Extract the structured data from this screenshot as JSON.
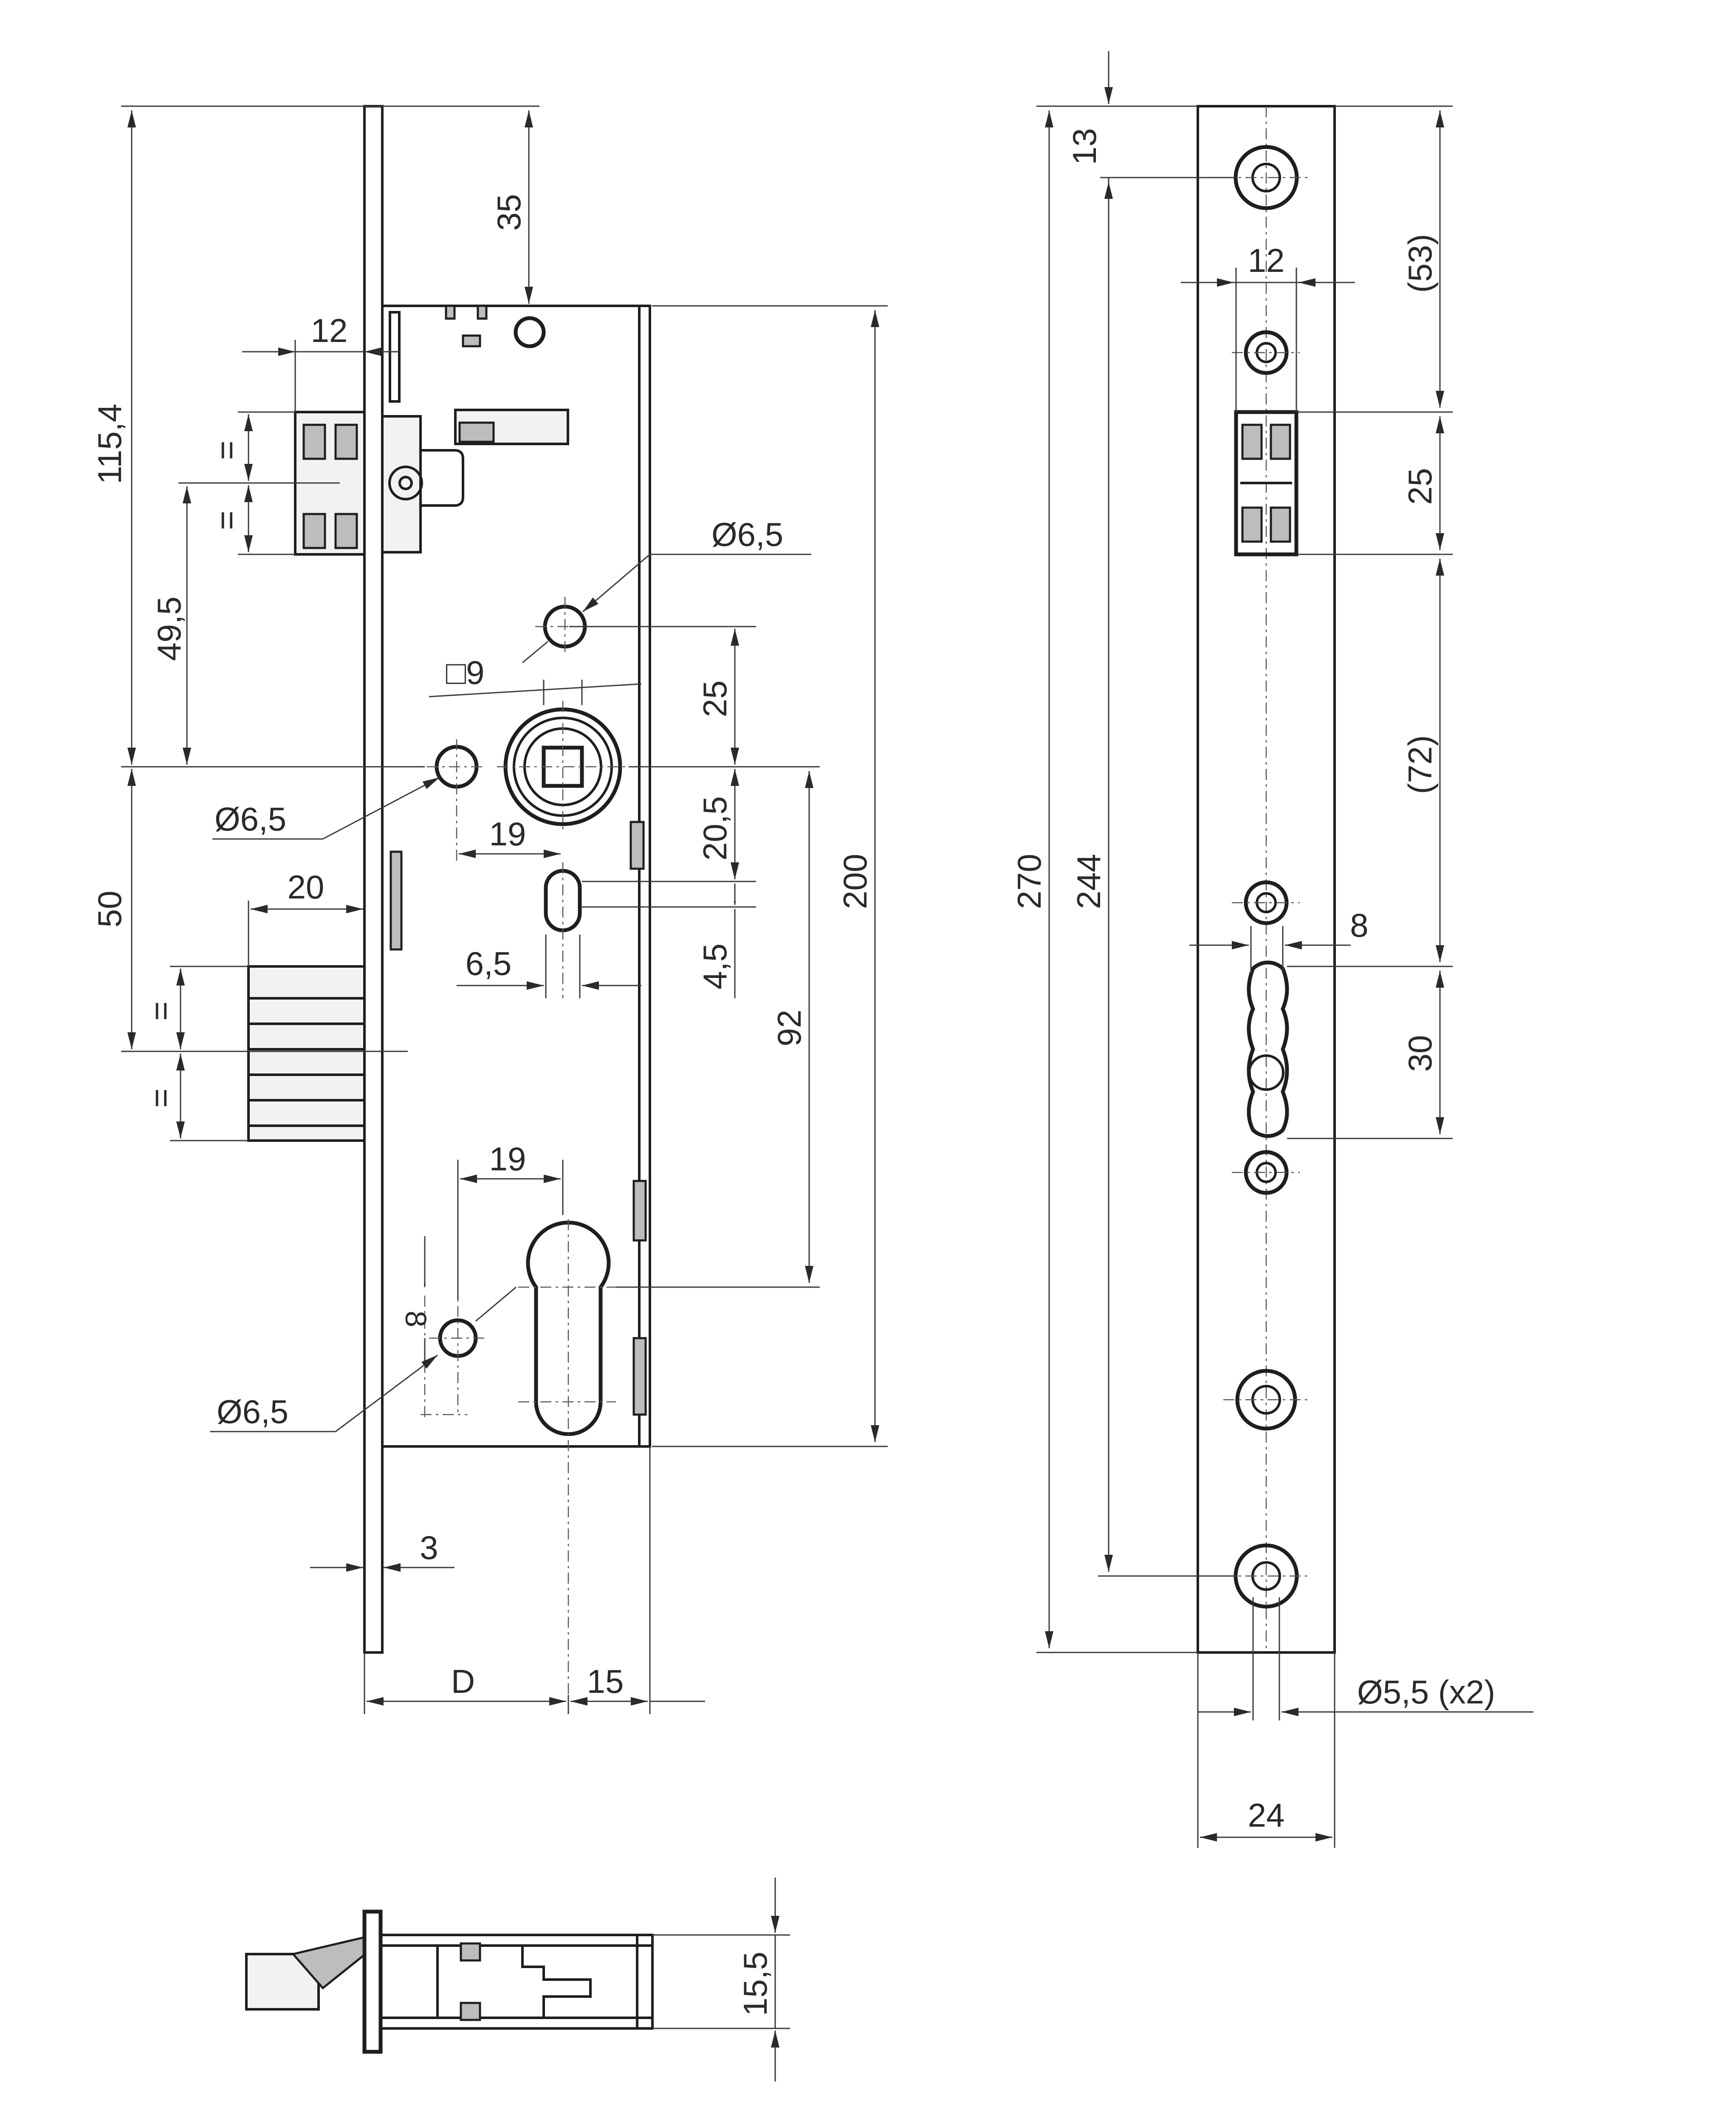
{
  "colors": {
    "line": "#1e1e1e",
    "dimension": "#3a3a3a",
    "background": "#ffffff"
  },
  "lock_body": {
    "dims": {
      "total_height_from_top": "115,4",
      "top_offset": "35",
      "latch_projection": "12",
      "handle_center_to_latch": "49,5",
      "bolt_throw": "20",
      "bolt_height": "50",
      "hole_top": "Ø6,5",
      "spindle_square": "□9",
      "hole_left": "Ø6,5",
      "spindle_hole_spacing": "25",
      "hole_offset_x": "19",
      "slot_gap": "20,5",
      "slot_width": "6,5",
      "slot_gap_small": "4,5",
      "body_height": "200",
      "center_distance": "92",
      "cylinder_offset_x": "19",
      "cylinder_hole_offset": "8",
      "hole_bottom": "Ø6,5",
      "faceplate_thickness": "3",
      "backset": "D",
      "body_depth_offset": "15",
      "equal_mark": "="
    }
  },
  "faceplate": {
    "dims": {
      "top_hole_offset": "13",
      "upper_span": "(53)",
      "latch_window_width": "12",
      "latch_window_height": "25",
      "total_length": "270",
      "hole_spacing": "244",
      "middle_span": "(72)",
      "bolt_window_width": "8",
      "bolt_window_height": "30",
      "screw_holes": "Ø5,5 (x2)",
      "width": "24"
    }
  },
  "side_view": {
    "dims": {
      "thickness": "15,5"
    }
  }
}
